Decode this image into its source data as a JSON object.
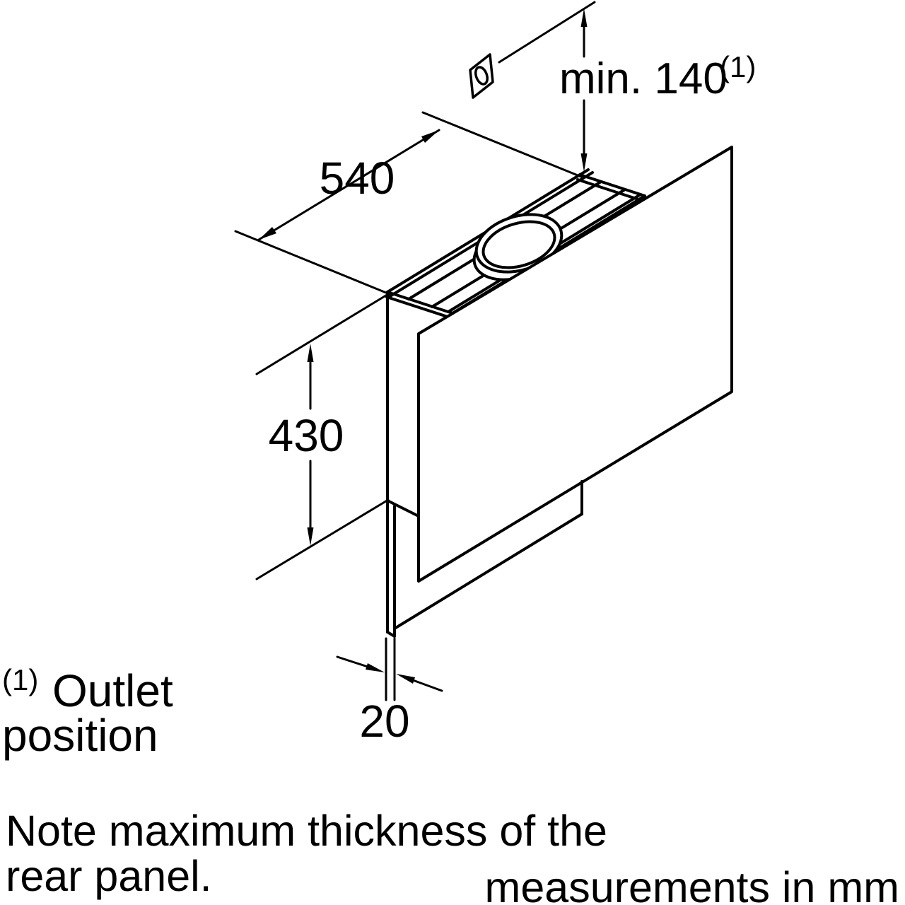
{
  "diagram": {
    "dimensions": {
      "top_width": "540",
      "rear_height": "430",
      "rear_thickness": "20",
      "outlet_clearance": "min. 140",
      "outlet_clearance_sup": "(1)"
    },
    "legend": {
      "sup": "(1)",
      "line1": "Outlet",
      "line2": "position"
    },
    "notes": {
      "line1": "Note maximum thickness of the",
      "line2": "rear panel.",
      "units": "measurements in mm"
    },
    "colors": {
      "line": "#000000",
      "background": "#ffffff"
    }
  }
}
